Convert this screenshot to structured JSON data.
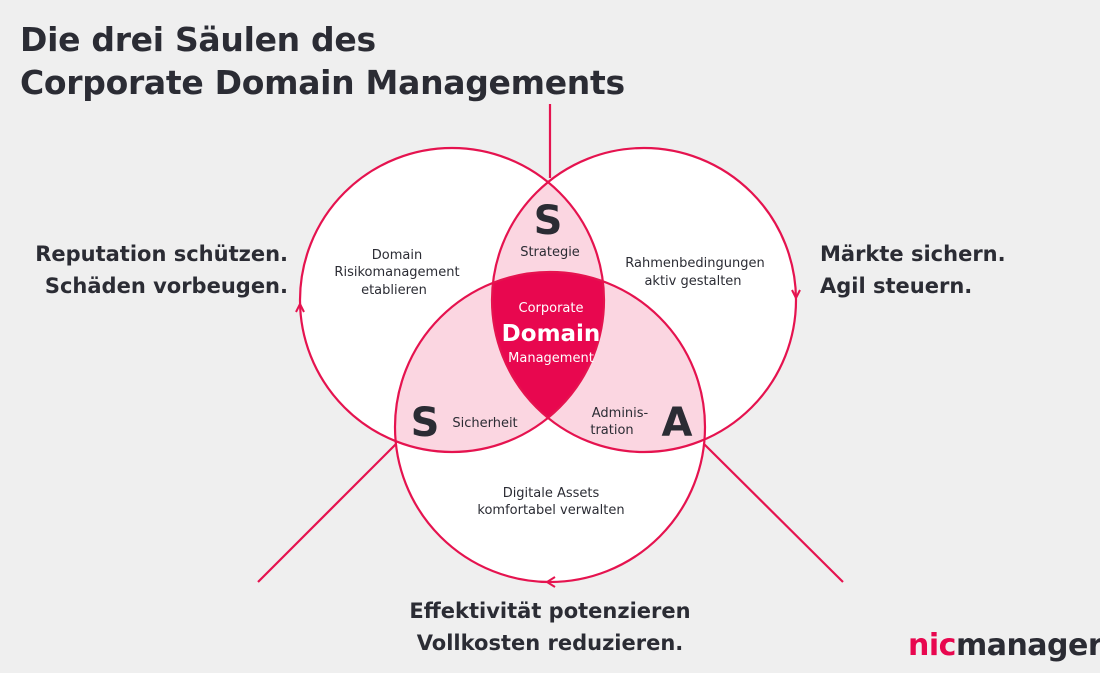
{
  "title": {
    "line1": "Die drei Säulen des",
    "line2": "Corporate Domain Managements"
  },
  "colors": {
    "accent": "#e8074f",
    "lens": "#fbd6e1",
    "background": "#efefef",
    "text": "#2b2c34"
  },
  "outer": {
    "left": {
      "line1": "Reputation schützen.",
      "line2": "Schäden vorbeugen."
    },
    "right": {
      "line1": "Märkte sichern.",
      "line2": "Agil steuern."
    },
    "bottom": {
      "line1": "Effektivität potenzieren",
      "line2": "Vollkosten reduzieren."
    }
  },
  "circles": {
    "left": {
      "line1": "Domain",
      "line2": "Risikomanagement",
      "line3": "etablieren"
    },
    "right": {
      "line1": "Rahmenbedingungen",
      "line2": "aktiv gestalten"
    },
    "bottom": {
      "line1": "Digitale Assets",
      "line2": "komfortabel verwalten"
    }
  },
  "pillars": {
    "strategy": {
      "letter": "S",
      "label": "Strategie"
    },
    "security": {
      "letter": "S",
      "label": "Sicherheit"
    },
    "administration": {
      "letter": "A",
      "label1": "Adminis-",
      "label2": "tration"
    }
  },
  "center": {
    "line1": "Corporate",
    "line2": "Domain",
    "line3": "Management"
  },
  "logo": {
    "part1": "nic",
    "part2": "manager"
  }
}
